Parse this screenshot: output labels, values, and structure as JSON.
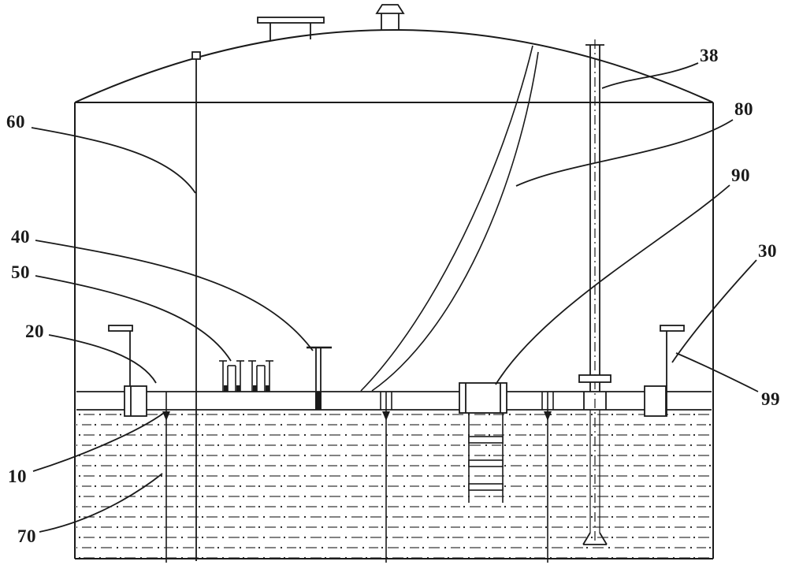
{
  "figure": {
    "type": "patent-style technical diagram",
    "subject": "storage tank with internal floating roof, vents, gauge pole, riser pipe, ladder and liquid hatch"
  },
  "colors": {
    "ink": "#1a1a1a",
    "background": "#ffffff"
  },
  "labels": {
    "l38": "38",
    "l80": "80",
    "l90": "90",
    "l30": "30",
    "l99": "99",
    "l60": "60",
    "l40": "40",
    "l50": "50",
    "l20": "20",
    "l10": "10",
    "l70": "70"
  }
}
